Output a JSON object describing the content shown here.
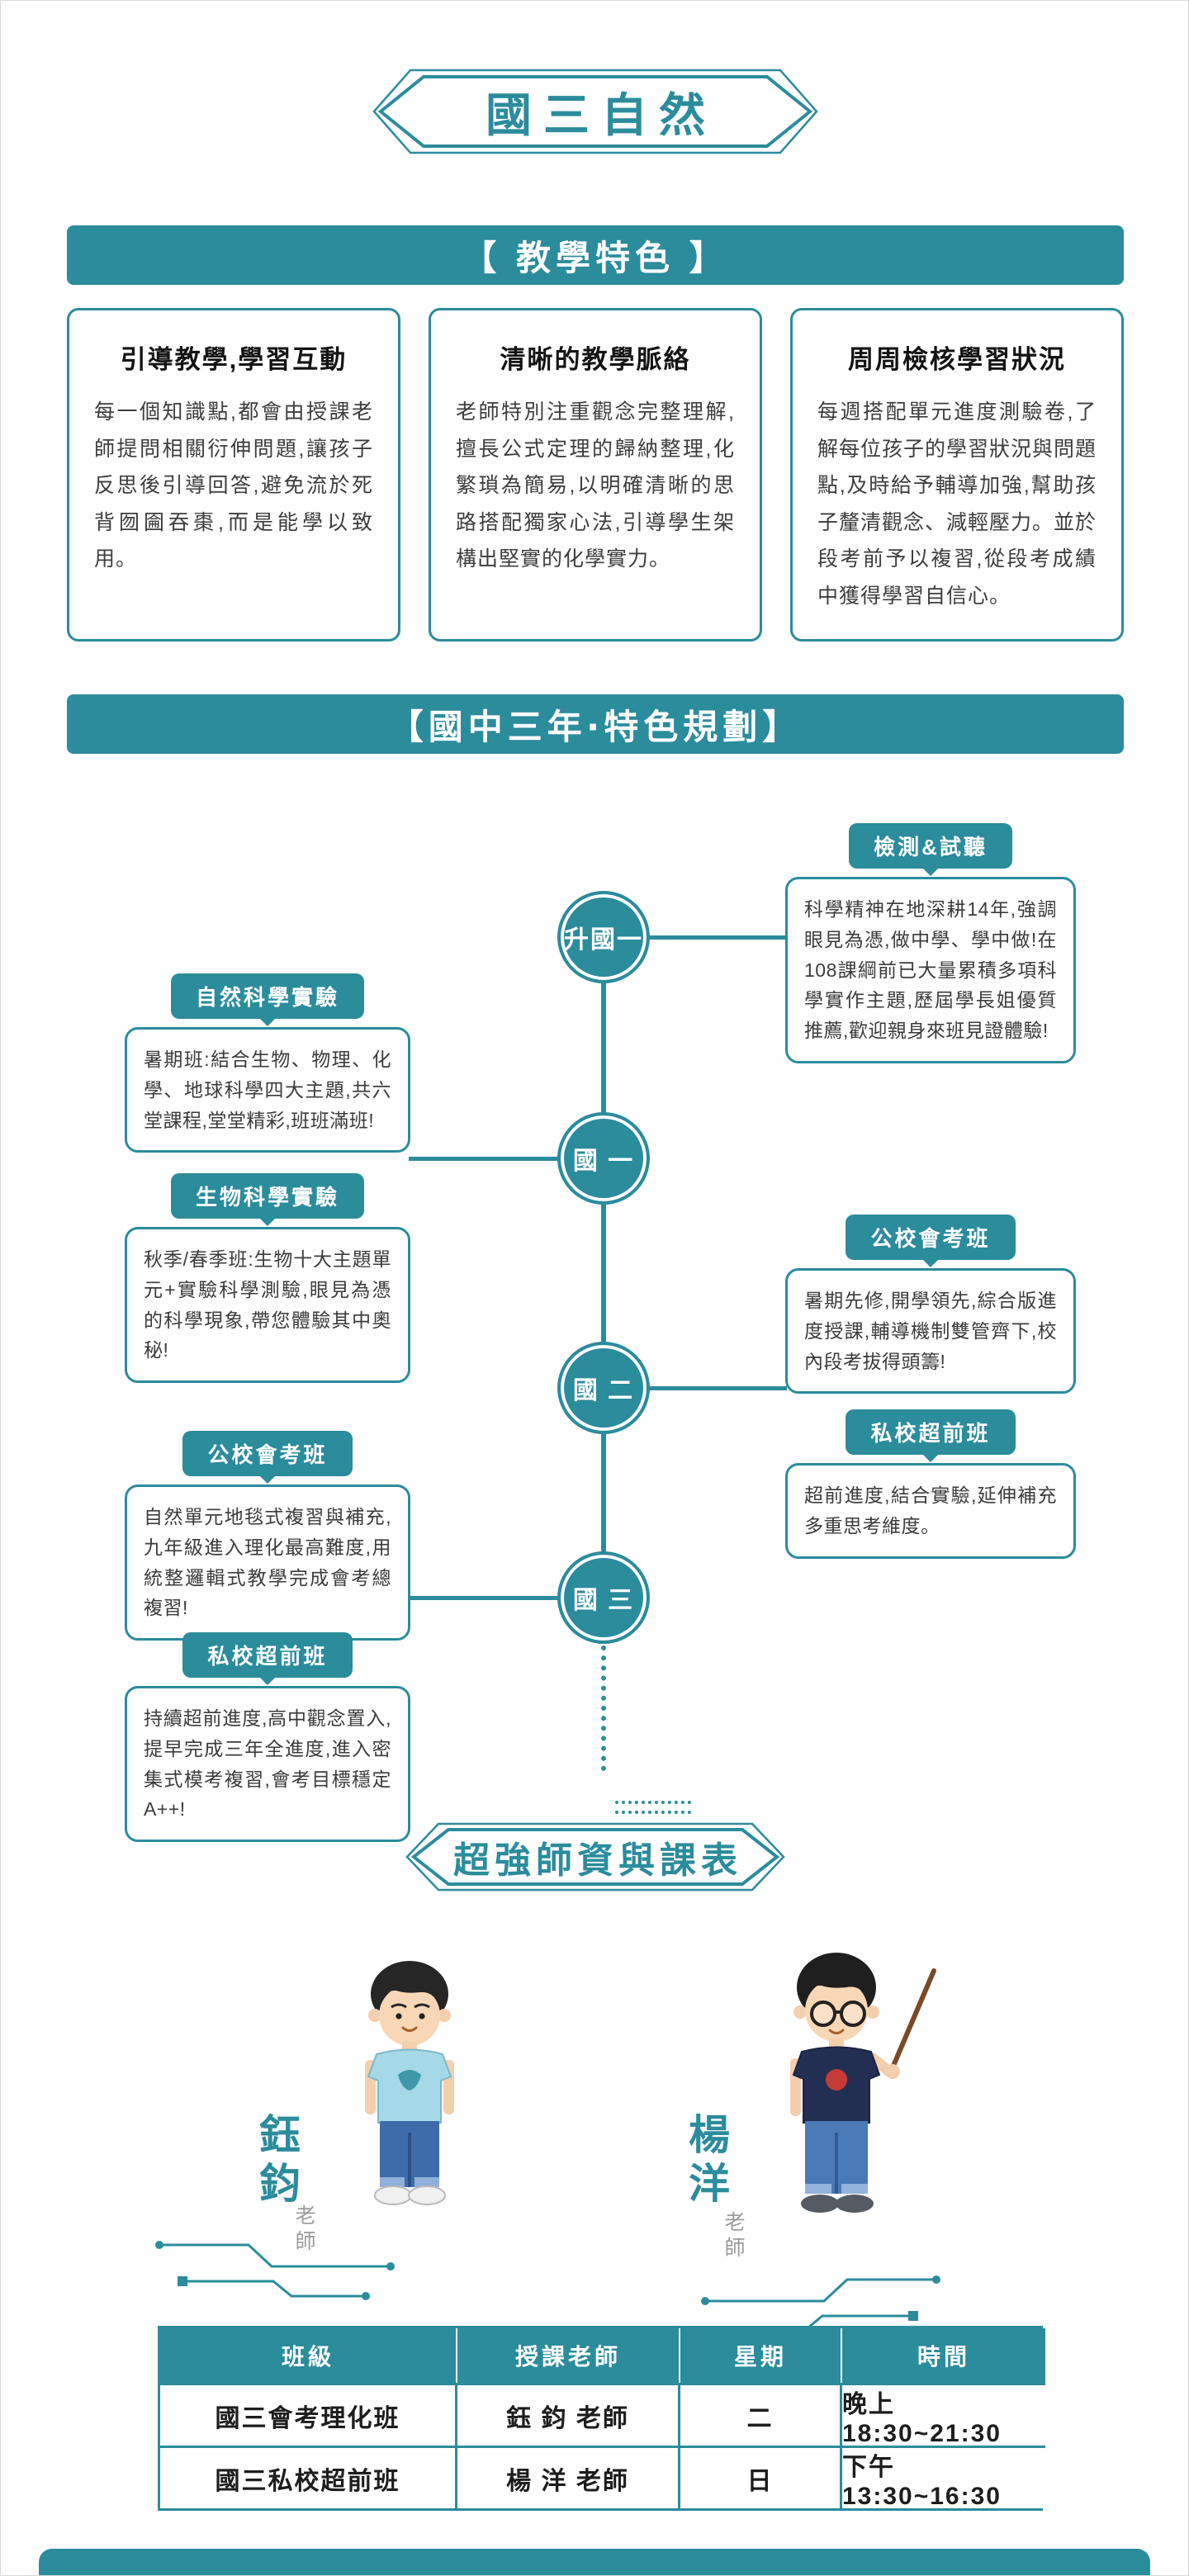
{
  "theme": {
    "accent": "#2b8c9c",
    "text": "#3d3d3d"
  },
  "banner": {
    "title": "國三自然"
  },
  "features": {
    "section_title": "【 教學特色 】",
    "cards": [
      {
        "title": "引導教學,學習互動",
        "body": "每一個知識點,都會由授課老師提問相關衍伸問題,讓孩子反思後引導回答,避免流於死背囫圇吞棗,而是能學以致用。"
      },
      {
        "title": "清晰的教學脈絡",
        "body": "老師特別注重觀念完整理解,擅長公式定理的歸納整理,化繁瑣為簡易,以明確清晰的思路搭配獨家心法,引導學生架構出堅實的化學實力。"
      },
      {
        "title": "周周檢核學習狀況",
        "body": "每週搭配單元進度測驗卷,了解每位孩子的學習狀況與問題點,及時給予輔導加強,幫助孩子釐清觀念、減輕壓力。並於段考前予以複習,從段考成績中獲得學習自信心。"
      }
    ]
  },
  "plan": {
    "section_title": "【國中三年‧特色規劃】",
    "stages": [
      "升國一",
      "國 一",
      "國 二",
      "國 三"
    ],
    "right": [
      {
        "title": "檢測&試聽",
        "body": "科學精神在地深耕14年,強調眼見為憑,做中學、學中做!在108課綱前已大量累積多項科學實作主題,歷屆學長姐優質推薦,歡迎親身來班見證體驗!"
      },
      {
        "title": "公校會考班",
        "body": "暑期先修,開學領先,綜合版進度授課,輔導機制雙管齊下,校內段考拔得頭籌!"
      },
      {
        "title": "私校超前班",
        "body": "超前進度,結合實驗,延伸補充多重思考維度。"
      }
    ],
    "left": [
      {
        "title": "自然科學實驗",
        "body": "暑期班:結合生物、物理、化學、地球科學四大主題,共六堂課程,堂堂精彩,班班滿班!"
      },
      {
        "title": "生物科學實驗",
        "body": "秋季/春季班:生物十大主題單元+實驗科學測驗,眼見為憑的科學現象,帶您體驗其中奧秘!"
      },
      {
        "title": "公校會考班",
        "body": "自然單元地毯式複習與補充,九年級進入理化最高難度,用統整邏輯式教學完成會考總複習!"
      },
      {
        "title": "私校超前班",
        "body": "持續超前進度,高中觀念置入,提早完成三年全進度,進入密集式模考複習,會考目標穩定A++!"
      }
    ]
  },
  "teachers": {
    "section_title": "超強師資與課表",
    "list": [
      {
        "name": "鈺鈞",
        "title": "老師"
      },
      {
        "name": "楊洋",
        "title": "老師"
      }
    ]
  },
  "schedule": {
    "headers": [
      "班級",
      "授課老師",
      "星期",
      "時間"
    ],
    "rows": [
      [
        "國三會考理化班",
        "鈺 鈞 老師",
        "二",
        "晚上 18:30~21:30"
      ],
      [
        "國三私校超前班",
        "楊 洋 老師",
        "日",
        "下午 13:30~16:30"
      ]
    ]
  }
}
